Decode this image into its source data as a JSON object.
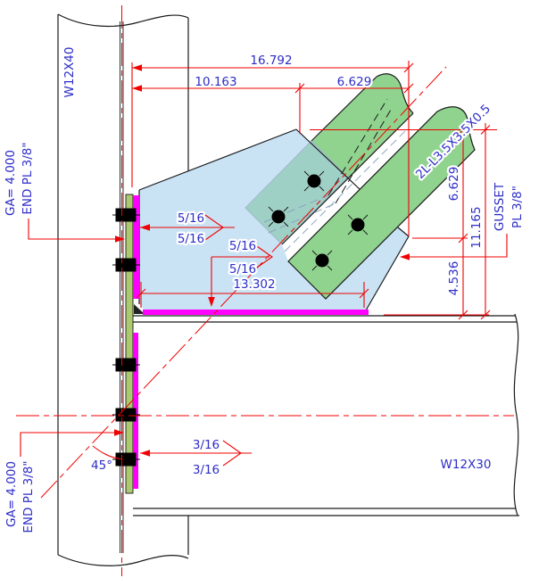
{
  "drawing": {
    "members": {
      "column_label": "W12X40",
      "beam_label": "W12X30",
      "brace_label": "2L-L3.5X3.5X0.5"
    },
    "plates": {
      "end_plate_top_line1": "END PL 3/8\"",
      "end_plate_top_line2": "GA= 4.000",
      "end_plate_bottom_line1": "END PL 3/8\"",
      "end_plate_bottom_line2": "GA= 4.000",
      "gusset_line1": "GUSSET",
      "gusset_line2": "PL 3/8\""
    },
    "dimensions": {
      "total_horizontal": "16.792",
      "horizontal_1": "10.163",
      "horizontal_2": "6.629",
      "vertical_1": "6.629",
      "vertical_2": "4.536",
      "vertical_total": "11.165",
      "gusset_bottom": "13.302",
      "brace_angle": "45°"
    },
    "welds": {
      "gusset_endplate_top": "5/16",
      "gusset_endplate_bottom": "5/16",
      "gusset_beam_top": "5/16",
      "gusset_beam_bottom": "5/16",
      "beam_endplate_top": "3/16",
      "beam_endplate_bottom": "3/16"
    },
    "colors": {
      "gusset_fill": "#C9E3F5",
      "angle_fill": "#8FD38F",
      "overlap_fill": "#9FD0C5",
      "end_plate_fill": "#ABC96F",
      "weld_line": "#FF00FF",
      "annotation_red": "#F00000",
      "text_blue": "#2D2DC8",
      "line_black": "#1A1A1A"
    }
  }
}
